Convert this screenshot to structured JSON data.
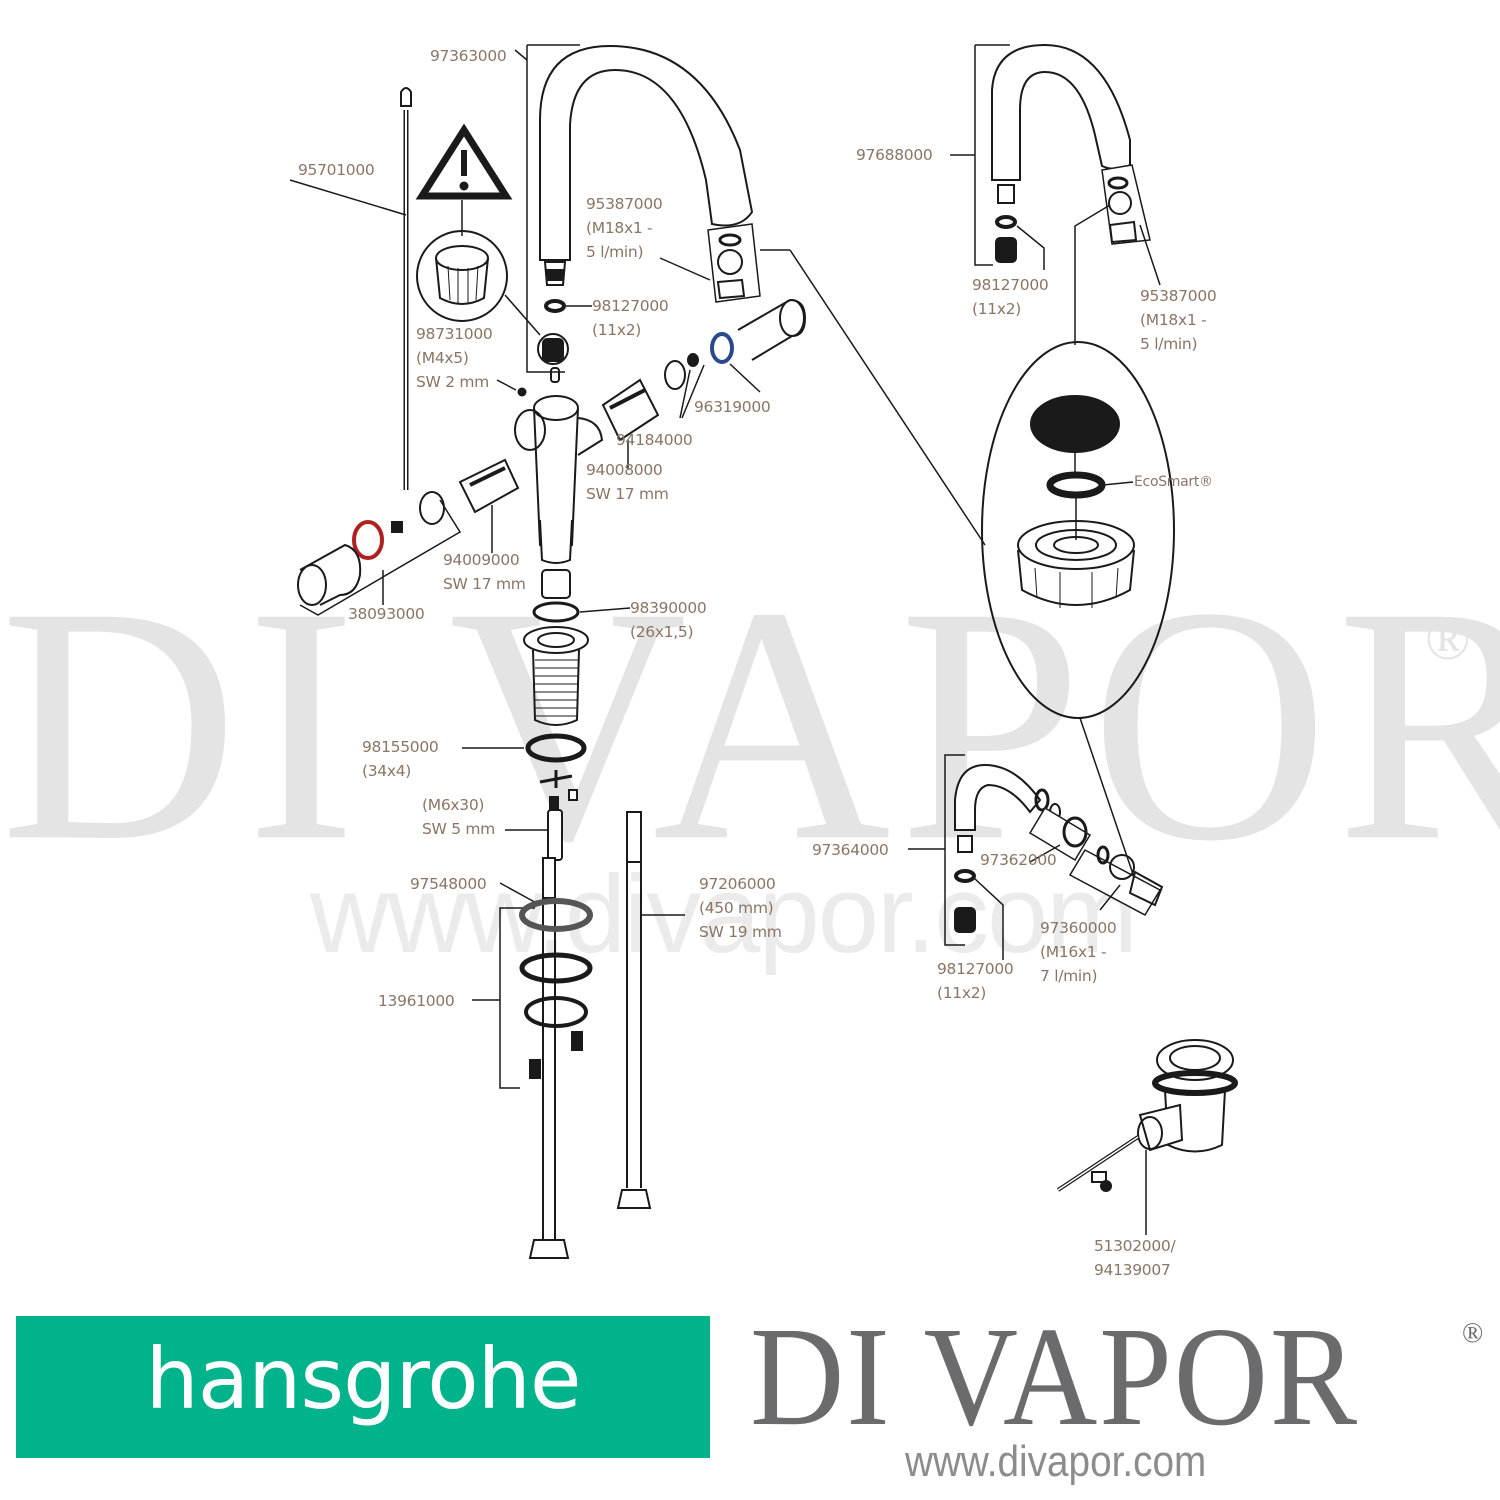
{
  "watermark": {
    "brand": "DI VAPOR",
    "registered": "®",
    "url": "www.divapor.com"
  },
  "diagram": {
    "title": "Hansgrohe kitchen mixer spare parts exploded view",
    "labels": {
      "p97363000": "97363000",
      "p95701000": "95701000",
      "p95387000_main": "95387000\n(M18x1 -\n5 l/min)",
      "p98127000_main": "98127000\n(11x2)",
      "p98731000": "98731000\n(M4x5)\nSW 2 mm",
      "p96319000": "96319000",
      "p94184000": "94184000",
      "p94008000": "94008000\nSW 17 mm",
      "p94009000": "94009000\nSW 17 mm",
      "p38093000": "38093000",
      "p98390000": "98390000\n(26x1,5)",
      "p98155000": "98155000\n(34x4)",
      "m6x30": "(M6x30)\nSW 5 mm",
      "p97548000": "97548000",
      "p97206000": "97206000\n(450 mm)\nSW 19 mm",
      "p13961000": "13961000",
      "p97688000": "97688000",
      "p98127000_alt1": "98127000\n(11x2)",
      "p95387000_alt1": "95387000\n(M18x1 -\n5 l/min)",
      "ecosmart": "EcoSmart®",
      "p97364000": "97364000",
      "p97362000": "97362000",
      "p97360000": "97360000\n(M16x1 -\n7 l/min)",
      "p98127000_alt2": "98127000\n(11x2)",
      "p51302000": "51302000/\n94139007"
    },
    "colors": {
      "label": "#8a7566",
      "line": "#1a1a1a",
      "warning": "#1a1a1a"
    }
  },
  "footer": {
    "hansgrohe_logo": "hansgrohe",
    "hansgrohe_color": "#00b38a",
    "divapor_logo": "DI VAPOR",
    "divapor_registered": "®",
    "divapor_url": "www.divapor.com"
  }
}
